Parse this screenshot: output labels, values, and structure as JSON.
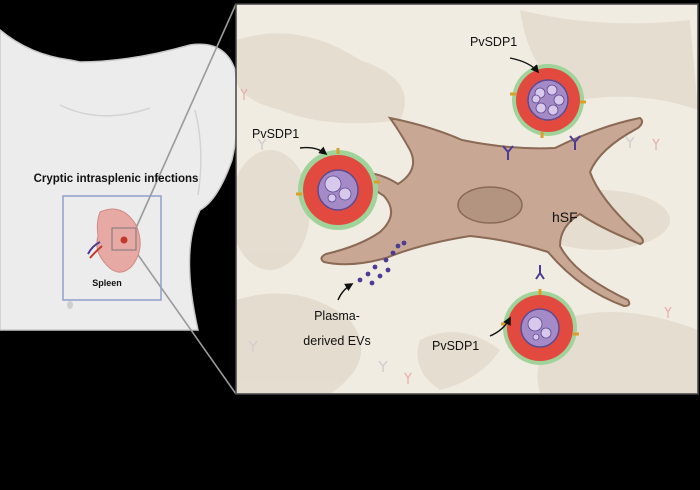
{
  "labels": {
    "cryptic": "Cryptic intrasplenic infections",
    "spleen": "Spleen",
    "hsf": "hSF",
    "pvsdp1_top": "PvSDP1",
    "pvsdp1_left": "PvSDP1",
    "pvsdp1_bottom": "PvSDP1",
    "evs_line1": "Plasma-",
    "evs_line2": "derived EVs"
  },
  "colors": {
    "background": "#000000",
    "torso_fill": "#ececec",
    "torso_stroke": "#c9c9c9",
    "panel_bg": "#f1ece2",
    "bg_cells": "#e3dbcd",
    "fibroblast": "#c8a894",
    "fibroblast_stroke": "#8a6a55",
    "nucleus": "#b39480",
    "rbc_red": "#e24a3f",
    "rbc_green_ring": "#9fd39a",
    "parasite": "#a48bc7",
    "ev_purple": "#4c3c93",
    "zoom_box": "#8ea0cc",
    "spleen_pink": "#e7a9a3"
  }
}
